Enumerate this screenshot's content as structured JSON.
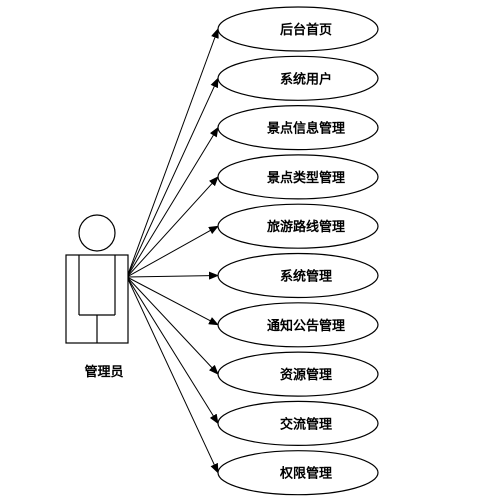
{
  "actor": {
    "label": "管理员"
  },
  "use_cases": [
    {
      "id": "home",
      "label": "后台首页"
    },
    {
      "id": "system-users",
      "label": "系统用户"
    },
    {
      "id": "spot-info",
      "label": "景点信息管理"
    },
    {
      "id": "spot-type",
      "label": "景点类型管理"
    },
    {
      "id": "route",
      "label": "旅游路线管理"
    },
    {
      "id": "system",
      "label": "系统管理"
    },
    {
      "id": "notice",
      "label": "通知公告管理"
    },
    {
      "id": "resource",
      "label": "资源管理"
    },
    {
      "id": "exchange",
      "label": "交流管理"
    },
    {
      "id": "permission",
      "label": "权限管理"
    }
  ],
  "colors": {
    "stroke": "#000000",
    "fill": "#ffffff",
    "background": "#ffffff"
  }
}
